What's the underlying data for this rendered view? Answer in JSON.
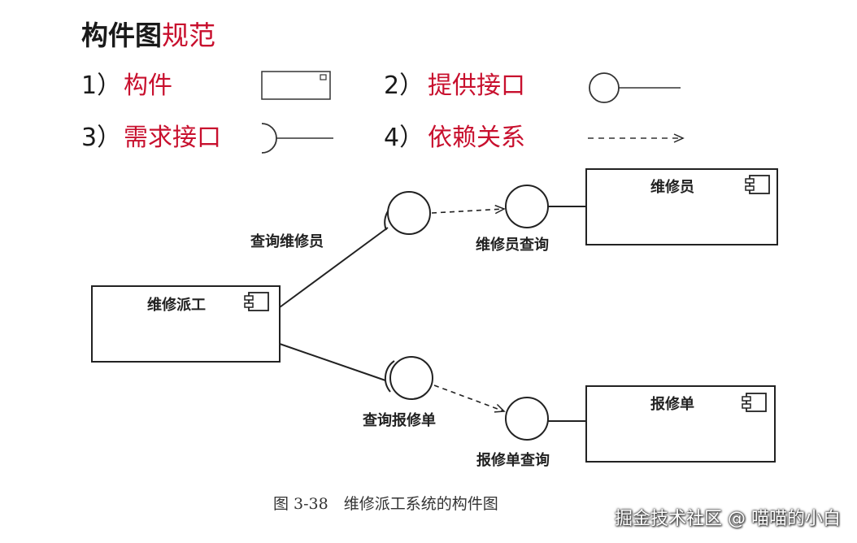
{
  "title": {
    "black": "构件图",
    "red": "规范"
  },
  "legend": [
    {
      "num": "1）",
      "label": "构件"
    },
    {
      "num": "2）",
      "label": "提供接口"
    },
    {
      "num": "3）",
      "label": "需求接口"
    },
    {
      "num": "4）",
      "label": "依赖关系"
    }
  ],
  "diagram": {
    "components": {
      "dispatch": "维修派工",
      "repairman": "维修员",
      "repair_order": "报修单"
    },
    "interfaces": {
      "query_repairman_required": "查询维修员",
      "repairman_query_provided": "维修员查询",
      "query_order_required": "查询报修单",
      "order_query_provided": "报修单查询"
    }
  },
  "caption": "图 3-38　维修派工系统的构件图",
  "watermark": "掘金技术社区 @ 喵喵的小白",
  "colors": {
    "accent": "#c8102e",
    "ink": "#1a1a1a"
  }
}
